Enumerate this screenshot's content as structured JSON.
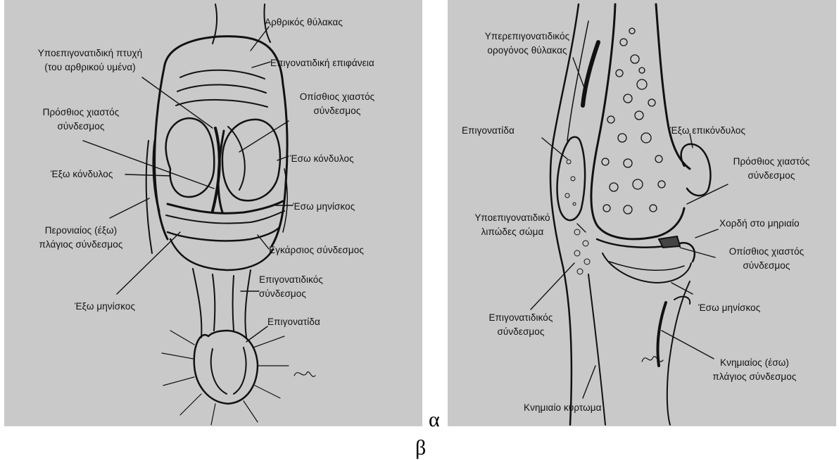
{
  "panel_a": {
    "labels": {
      "arthrikos_thylakas": "Αρθρικός θύλακας",
      "ypoepigonatidiki_ptyxi": "Υποεπιγονατιδική πτυχή",
      "tou_arthrikou_ymena": "(του αρθρικού υμένα)",
      "epigonatidiki_epifaneia": "Επιγονατιδική επιφάνεια",
      "opisthios_xiastos_l1": "Οπίσθιος χιαστός",
      "opisthios_xiastos_l2": "σύνδεσμος",
      "prosthios_xiastos_l1": "Πρόσθιος χιαστός",
      "prosthios_xiastos_l2": "σύνδεσμος",
      "eso_kondylos": "Έσω κόνδυλος",
      "exo_kondylos": "Έξω κόνδυλος",
      "eso_miniskos": "Έσω μηνίσκος",
      "peroniaios_l1": "Περονιαίος (έξω)",
      "peroniaios_l2": "πλάγιος σύνδεσμος",
      "egkarsios_syndesmos": "Εγκάρσιος σύνδεσμος",
      "epigonatidikos_l1": "Επιγονατιδικός",
      "epigonatidikos_l2": "σύνδεσμος",
      "epigonatida": "Επιγονατίδα",
      "exo_miniskos": "Έξω μηνίσκος"
    }
  },
  "panel_b": {
    "labels": {
      "ypoepigonatidikos_l1": "Υπερεπιγονατιδικός",
      "ypoepigonatidikos_l2": "ορογόνος θύλακας",
      "epigonatida": "Επιγονατίδα",
      "exo_epikondylos": "Έξω επικόνδυλος",
      "prosthios_xiastos_l1": "Πρόσθιος χιαστός",
      "prosthios_xiastos_l2": "σύνδεσμος",
      "ypoepigonatidiko_l1": "Υποεπιγονατιδικό",
      "ypoepigonatidiko_l2": "λιπώδες σώμα",
      "xordi_mirieo": "Χορδή στο μηριαίο",
      "opisthios_xiastos_l1": "Οπίσθιος χιαστός",
      "opisthios_xiastos_l2": "σύνδεσμος",
      "eso_miniskos": "Έσω μηνίσκος",
      "epigonatidikos_l1": "Επιγονατιδικός",
      "epigonatidikos_l2": "σύνδεσμος",
      "knimiaios_l1": "Κνημιαίος (έσω)",
      "knimiaios_l2": "πλάγιος σύνδεσμος",
      "knimiaio_kyrtoma": "Κνημιαίο κύρτωμα"
    }
  },
  "figure_letters": {
    "a": "α",
    "b": "β"
  },
  "colors": {
    "panel_background": "#c9c9c9",
    "ink": "#111111"
  }
}
